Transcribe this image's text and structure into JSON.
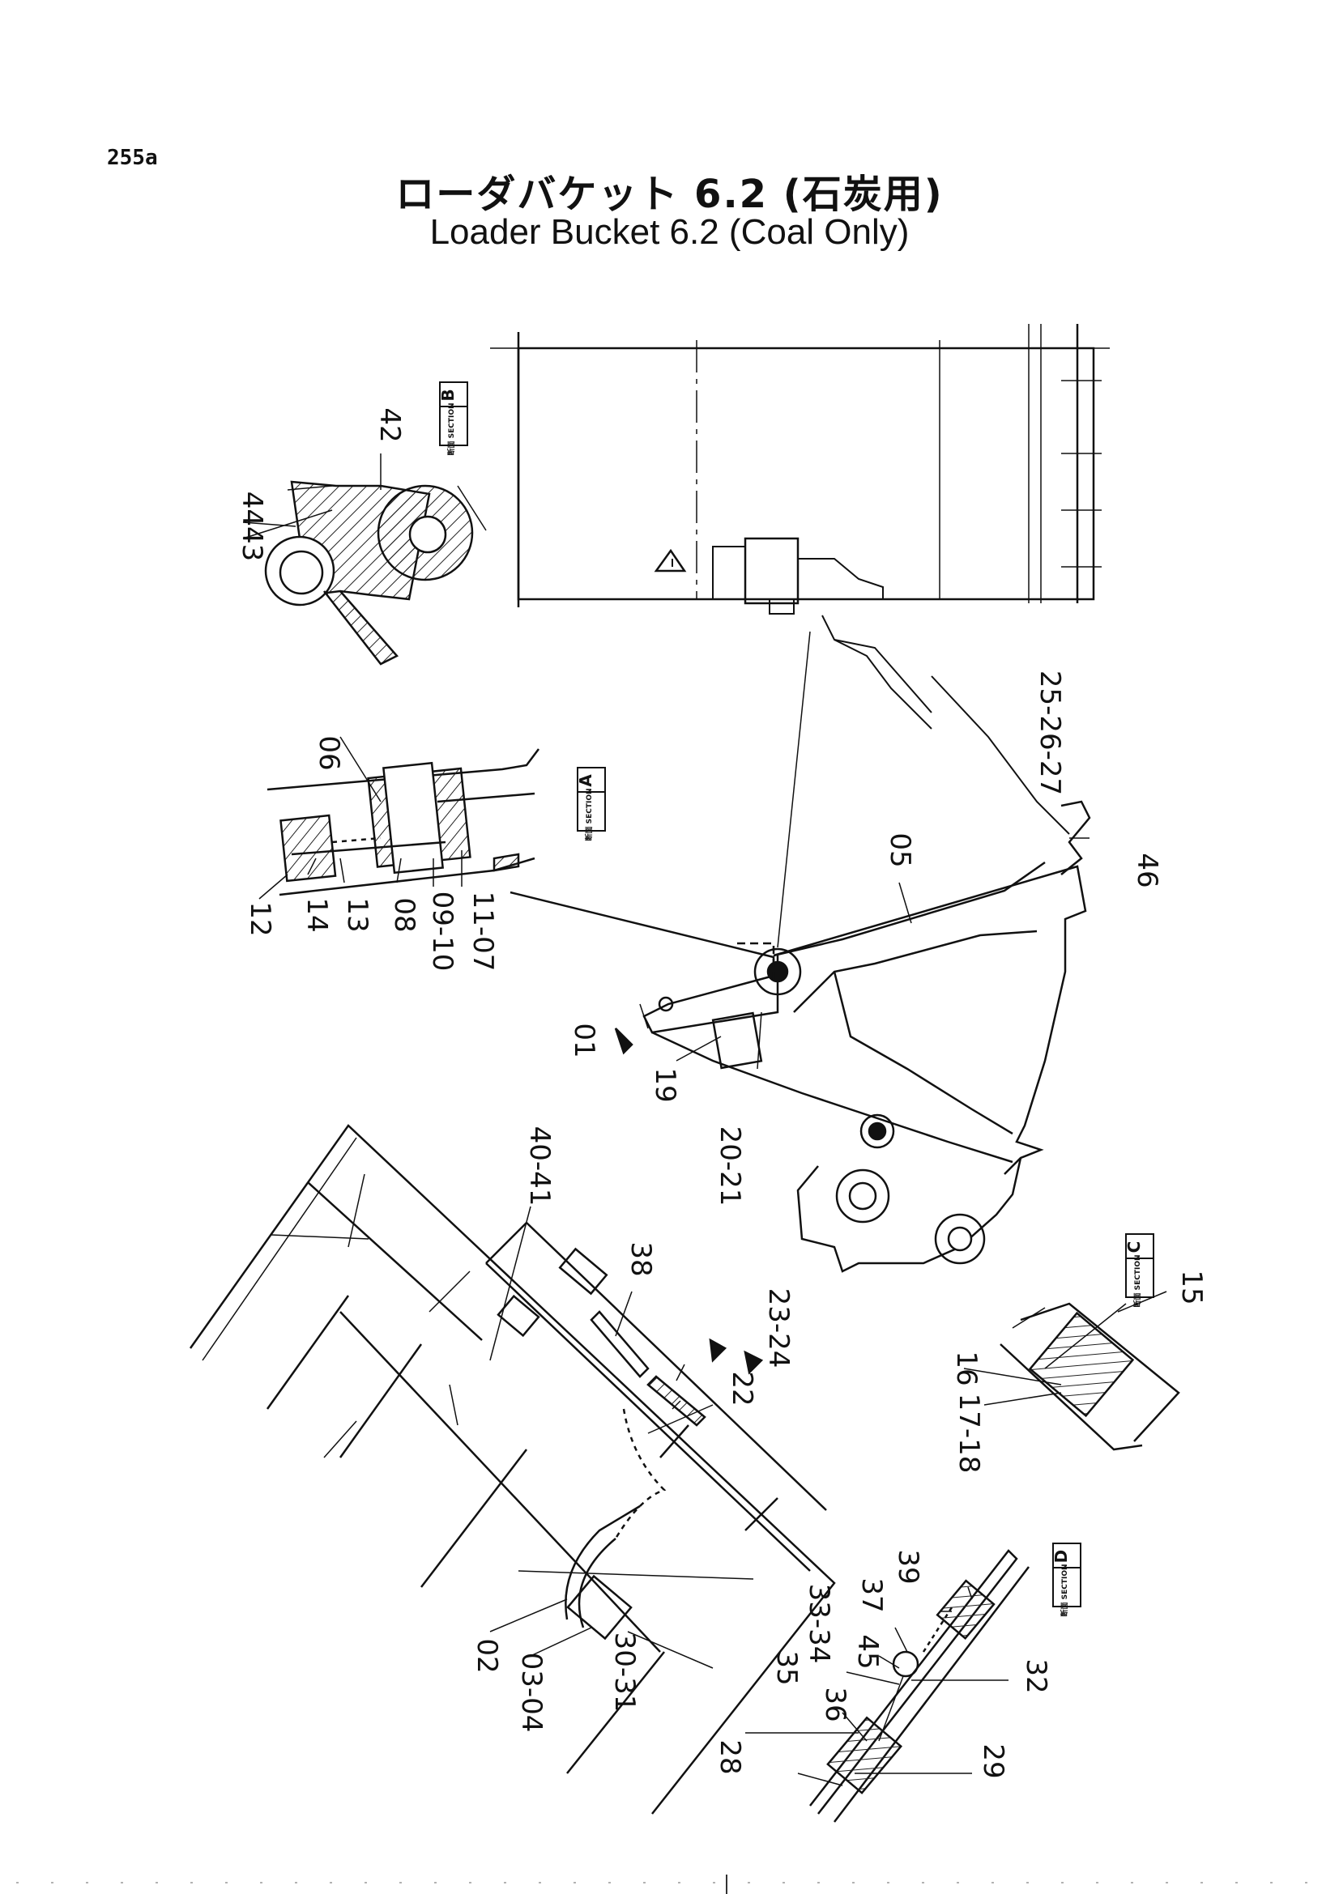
{
  "page_number": "255a",
  "title_jp": "ローダバケット 6.2 (石炭用)",
  "title_en": "Loader Bucket 6.2 (Coal Only)",
  "sections": [
    {
      "id": "B",
      "caption": "断面 SECTION"
    },
    {
      "id": "A",
      "caption": "断面 SECTION"
    },
    {
      "id": "C",
      "caption": "断面 SECTION"
    },
    {
      "id": "D",
      "caption": "断面 SECTION"
    }
  ],
  "part_labels": {
    "p42": "42",
    "p4443": "4443",
    "p06": "06",
    "p12": "12",
    "p14": "14",
    "p13": "13",
    "p08": "08",
    "p0910": "09-10",
    "p1107": "11-07",
    "p01": "01",
    "p19": "19",
    "p2021": "20-21",
    "p05": "05",
    "p252627": "25-26-27",
    "p46": "46",
    "p4041": "40-41",
    "p38": "38",
    "p2324": "23-24",
    "p22": "22",
    "p02": "02",
    "p0304": "03-04",
    "p3031": "30-31",
    "p15": "15",
    "p16": "16",
    "p1718": "17-18",
    "p39": "39",
    "p37": "37",
    "p3334": "33-34",
    "p45": "45",
    "p35": "35",
    "p36": "36",
    "p32": "32",
    "p28": "28",
    "p29": "29"
  }
}
